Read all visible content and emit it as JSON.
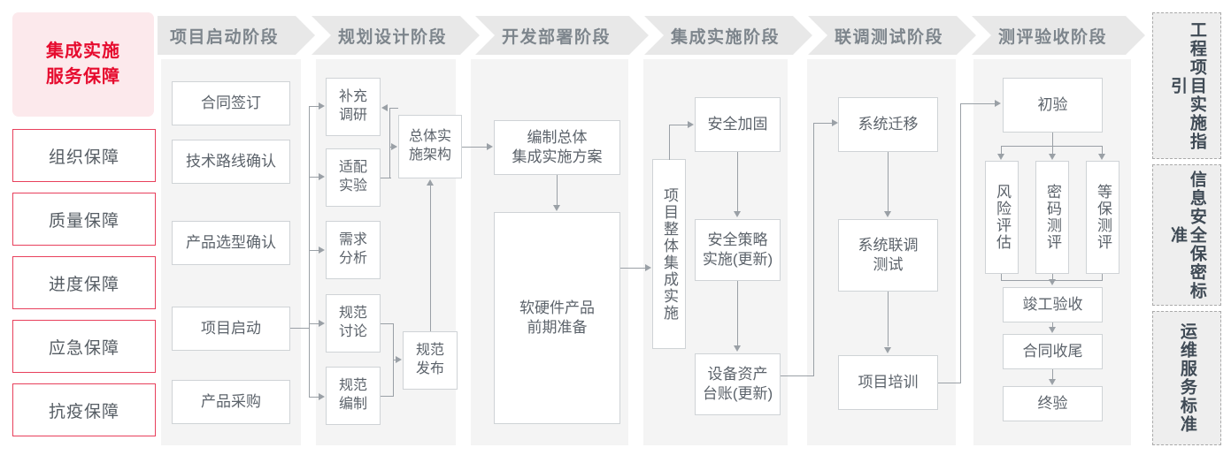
{
  "left_sidebar": {
    "title": "集成实施\n服务保障",
    "title_line1": "集成实施",
    "title_line2": "服务保障",
    "items": [
      {
        "label": "组织保障"
      },
      {
        "label": "质量保障"
      },
      {
        "label": "进度保障"
      },
      {
        "label": "应急保障"
      },
      {
        "label": "抗疫保障"
      }
    ]
  },
  "phases": [
    {
      "label": "项目启动阶段"
    },
    {
      "label": "规划设计阶段"
    },
    {
      "label": "开发部署阶段"
    },
    {
      "label": "集成实施阶段"
    },
    {
      "label": "联调测试阶段"
    },
    {
      "label": "测评验收阶段"
    }
  ],
  "nodes": {
    "p1": [
      {
        "label": "合同签订"
      },
      {
        "label": "技术路线确认"
      },
      {
        "label": "产品选型确认"
      },
      {
        "label": "项目启动"
      },
      {
        "label": "产品采购"
      }
    ],
    "p2": [
      {
        "label": "补充\n调研",
        "l1": "补充",
        "l2": "调研"
      },
      {
        "label": "适配\n实验",
        "l1": "适配",
        "l2": "实验"
      },
      {
        "label": "需求\n分析",
        "l1": "需求",
        "l2": "分析"
      },
      {
        "label": "规范\n讨论",
        "l1": "规范",
        "l2": "讨论"
      },
      {
        "label": "规范\n编制",
        "l1": "规范",
        "l2": "编制"
      },
      {
        "label": "总体实\n施架构",
        "l1": "总体实",
        "l2": "施架构"
      },
      {
        "label": "规范\n发布",
        "l1": "规范",
        "l2": "发布"
      }
    ],
    "p3": [
      {
        "label": "编制总体\n集成实施方案",
        "l1": "编制总体",
        "l2": "集成实施方案"
      },
      {
        "label": "软硬件产品\n前期准备",
        "l1": "软硬件产品",
        "l2": "前期准备"
      }
    ],
    "p4": [
      {
        "label": "项目整体集成实施"
      },
      {
        "label": "安全加固"
      },
      {
        "label": "安全策略\n实施(更新)",
        "l1": "安全策略",
        "l2": "实施(更新)"
      },
      {
        "label": "设备资产\n台账(更新)",
        "l1": "设备资产",
        "l2": "台账(更新)"
      }
    ],
    "p5": [
      {
        "label": "系统迁移"
      },
      {
        "label": "系统联调\n测试",
        "l1": "系统联调",
        "l2": "测试"
      },
      {
        "label": "项目培训"
      }
    ],
    "p6": [
      {
        "label": "初验"
      },
      {
        "label": "风险评估"
      },
      {
        "label": "密码测评"
      },
      {
        "label": "等保测评"
      },
      {
        "label": "竣工验收"
      },
      {
        "label": "合同收尾"
      },
      {
        "label": "终验"
      }
    ]
  },
  "right_sidebar": {
    "items": [
      {
        "label": "工程项目实施指引"
      },
      {
        "label": "信息安全保密标准"
      },
      {
        "label": "运维服务标准"
      }
    ]
  },
  "colors": {
    "accent_red": "#e60b2e",
    "accent_red_border": "#e8405c",
    "accent_red_bg": "#fce9ec",
    "header_gray": "#e8e8e8",
    "header_text": "#7d858c",
    "column_bg": "#f4f4f4",
    "node_border": "#cfd3d6",
    "node_text": "#5c636b",
    "line_gray": "#9aa0a6",
    "right_box_bg": "#eeeeee",
    "right_box_border": "#aaaaaa",
    "right_text": "#3f4a55"
  }
}
